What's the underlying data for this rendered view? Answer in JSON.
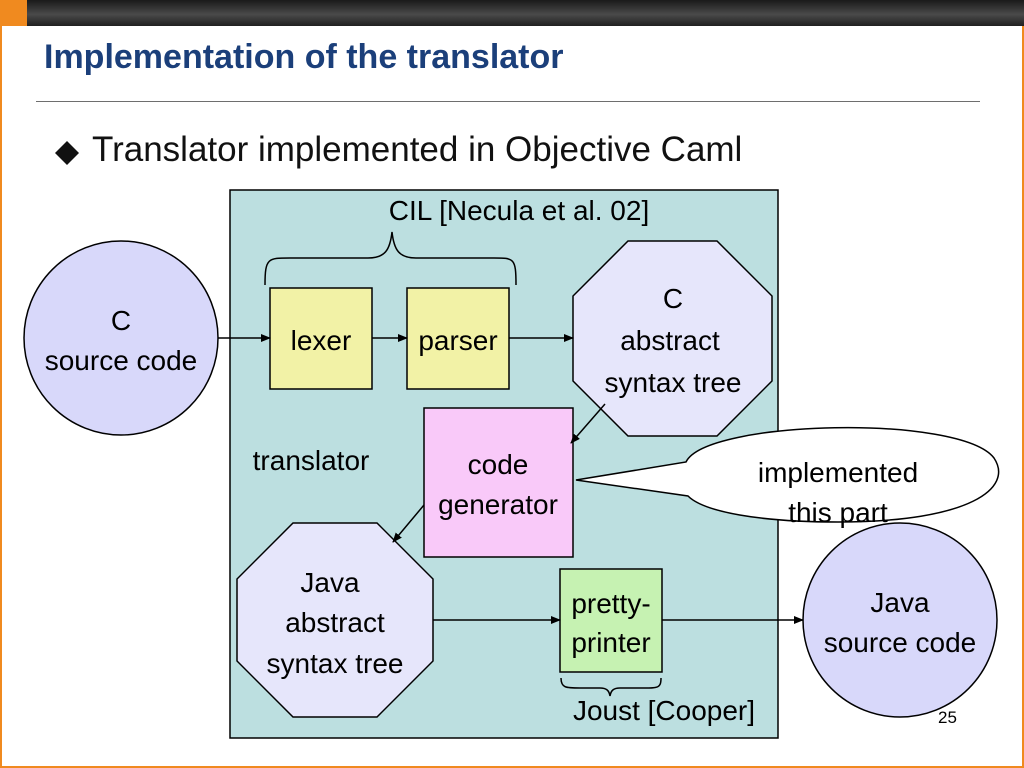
{
  "slide": {
    "title": "Implementation of the translator",
    "bullet": "Translator implemented in Objective Caml",
    "page_number": "25"
  },
  "diagram": {
    "cil_label": "CIL [Necula et al. 02]",
    "c_source": [
      "C",
      "source code"
    ],
    "lexer": "lexer",
    "parser": "parser",
    "c_ast": [
      "C",
      "abstract",
      "syntax tree"
    ],
    "translator": "translator",
    "code_generator": [
      "code",
      "generator"
    ],
    "callout": [
      "implemented",
      "this part"
    ],
    "java_ast": [
      "Java",
      "abstract",
      "syntax tree"
    ],
    "pretty_printer": [
      "pretty-",
      "printer"
    ],
    "java_source": [
      "Java",
      "source code"
    ],
    "joust_label": "Joust [Cooper]"
  },
  "colors": {
    "title": "#1b3f7a",
    "translator_box": "#bcdfe0",
    "circle_fill": "#d8d8fa",
    "octagon_fill": "#e6e6fb",
    "lexer_parser_fill": "#f2f2a6",
    "code_generator_fill": "#f9c9f9",
    "pretty_printer_fill": "#c6f2b2",
    "accent": "#f08a1f"
  },
  "icons": {
    "bullet": "diamond-bullet-icon"
  }
}
